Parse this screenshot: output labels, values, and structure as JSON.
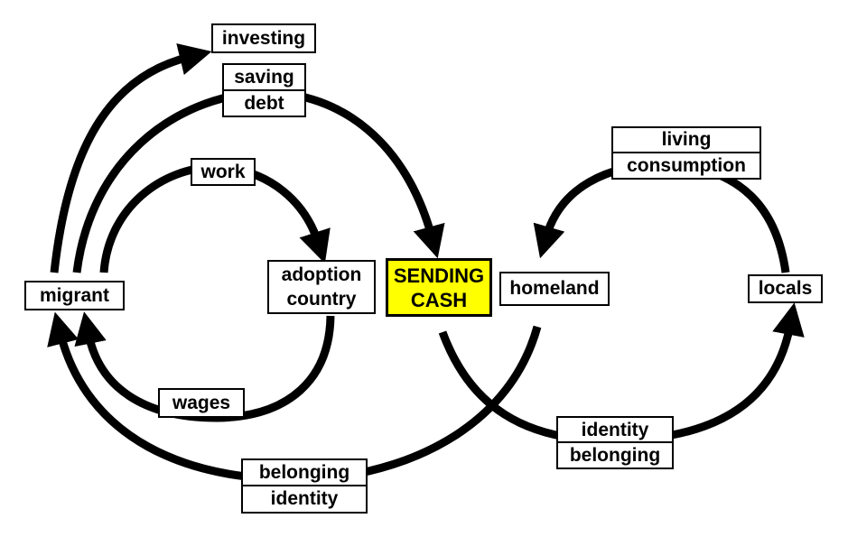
{
  "colors": {
    "ink": "#000000",
    "background": "#ffffff",
    "highlight": "#ffff00"
  },
  "labels": {
    "investing": "investing",
    "saving": "saving",
    "debt": "debt",
    "work": "work",
    "migrant": "migrant",
    "adoption_line1": "adoption",
    "adoption_line2": "country",
    "center_line1": "SENDING",
    "center_line2": "CASH",
    "homeland": "homeland",
    "living": "living",
    "consumption": "consumption",
    "locals": "locals",
    "wages": "wages",
    "identity_right": "identity",
    "belonging_right": "belonging",
    "belonging_bottom": "belonging",
    "identity_bottom": "identity"
  }
}
